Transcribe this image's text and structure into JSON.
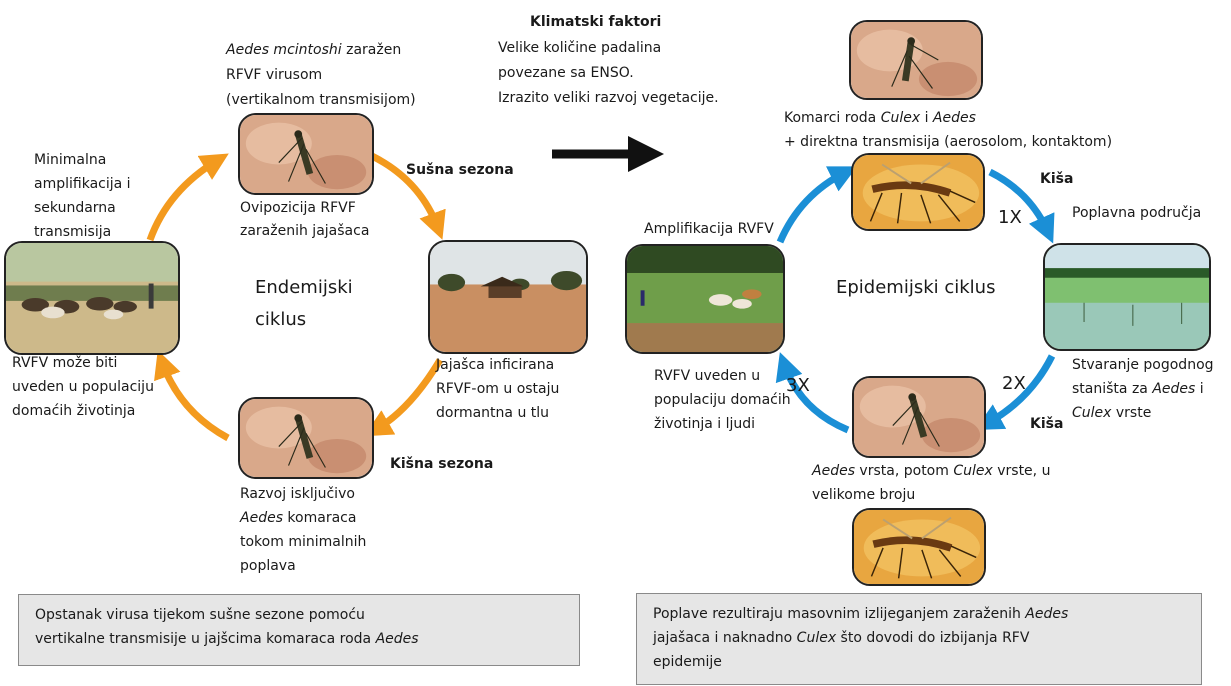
{
  "climate": {
    "title": "Klimatski faktori",
    "lines": [
      "Velike količine padalina",
      "povezane sa ENSO.",
      "Izrazito veliki razvoj vegetacije."
    ]
  },
  "endemic": {
    "center": [
      "Endemijski",
      "ciklus"
    ],
    "top_a": "Aedes mcintoshi",
    "top_b": " zaražen",
    "top_2": "RFVF virusom",
    "top_3": "(vertikalnom transmisijom)",
    "oviposition": [
      "Ovipozicija RFVF",
      "zaraženih jajašaca"
    ],
    "dry_season": "Sušna sezona",
    "left_top": [
      "Minimalna",
      "amplifikacija i",
      "sekundarna",
      "transmisija"
    ],
    "right_text": [
      "Jajašca inficirana",
      "RFVF-om u ostaju",
      "dormantna u tlu"
    ],
    "left_bottom": [
      "RVFV može biti",
      "uveden u populaciju",
      "domaćih životinja"
    ],
    "wet_season": "Kišna sezona",
    "bottom_1": "Razvoj isključivo",
    "bottom_2a": "Aedes",
    "bottom_2b": " komaraca",
    "bottom_3": "tokom minimalnih",
    "bottom_4": "poplava",
    "note_1": "Opstanak virusa tijekom sušne sezone pomoću",
    "note_2a": "vertikalne transmisije u jajšcima komaraca roda ",
    "note_2b": "Aedes"
  },
  "epidemic": {
    "center": "Epidemijski ciklus",
    "top_1a": "Komarci roda ",
    "top_1b": "Culex",
    "top_1c": " i ",
    "top_1d": "Aedes",
    "top_2": "+ direktna transmisija (aerosolom, kontaktom)",
    "rain_1": "Kiša",
    "x1": "1X",
    "flood": "Poplavna područja",
    "amplification": "Amplifikacija RVFV",
    "right_1": "Stvaranje pogodnog",
    "right_2a": "staništa za ",
    "right_2b": "Aedes",
    "right_2c": " i",
    "right_3a": "Culex",
    "right_3b": " vrste",
    "x2": "2X",
    "rain_2": "Kiša",
    "x3": "3X",
    "left_bottom": [
      "RVFV uveden u",
      "populaciju domaćih",
      "životinja i ljudi"
    ],
    "bottom_1a": "Aedes",
    "bottom_1b": " vrsta, potom ",
    "bottom_1c": "Culex",
    "bottom_1d": " vrste, u",
    "bottom_2": "velikome broju",
    "note_1a": "Poplave rezultiraju masovnim izlijeganjem zaraženih ",
    "note_1b": "Aedes",
    "note_2a": "jajašaca i naknadno ",
    "note_2b": "Culex",
    "note_2c": " što dovodi do izbijanja RFV",
    "note_3": "epidemije"
  },
  "colors": {
    "endemic_arrow": "#f39a1e",
    "epidemic_arrow": "#1b8fd6",
    "center_arrow": "#111111"
  }
}
